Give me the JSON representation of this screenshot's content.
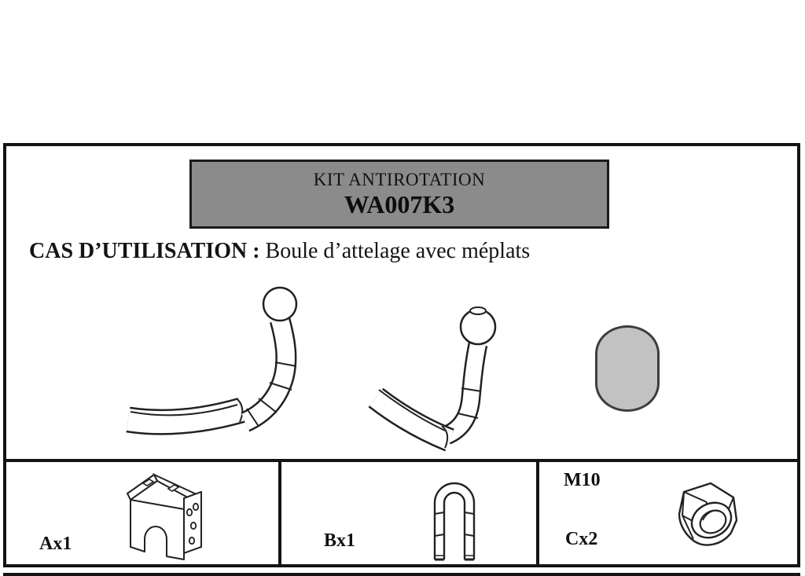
{
  "document": {
    "kit": {
      "title": "KIT ANTIROTATION",
      "code": "WA007K3"
    },
    "usage": {
      "label": "CAS D’UTILISATION :",
      "value": " Boule d’attelage avec méplats"
    },
    "parts": [
      {
        "label": "Ax1"
      },
      {
        "label": "Bx1"
      },
      {
        "size": "M10",
        "label": "Cx2"
      }
    ]
  },
  "figures": {
    "towball_left": "towball-swan-neck-icon",
    "towball_right": "towball-swan-neck-rotated-icon",
    "ball_with_flats": "ball-with-flats-icon",
    "part_a": "anti-rotation-bracket-icon",
    "part_b": "u-bolt-icon",
    "part_c": "hex-nut-icon"
  },
  "colors": {
    "panel_gray": "#8b8b8b",
    "ball_gray": "#c2c2c2",
    "line_black": "#141414"
  }
}
